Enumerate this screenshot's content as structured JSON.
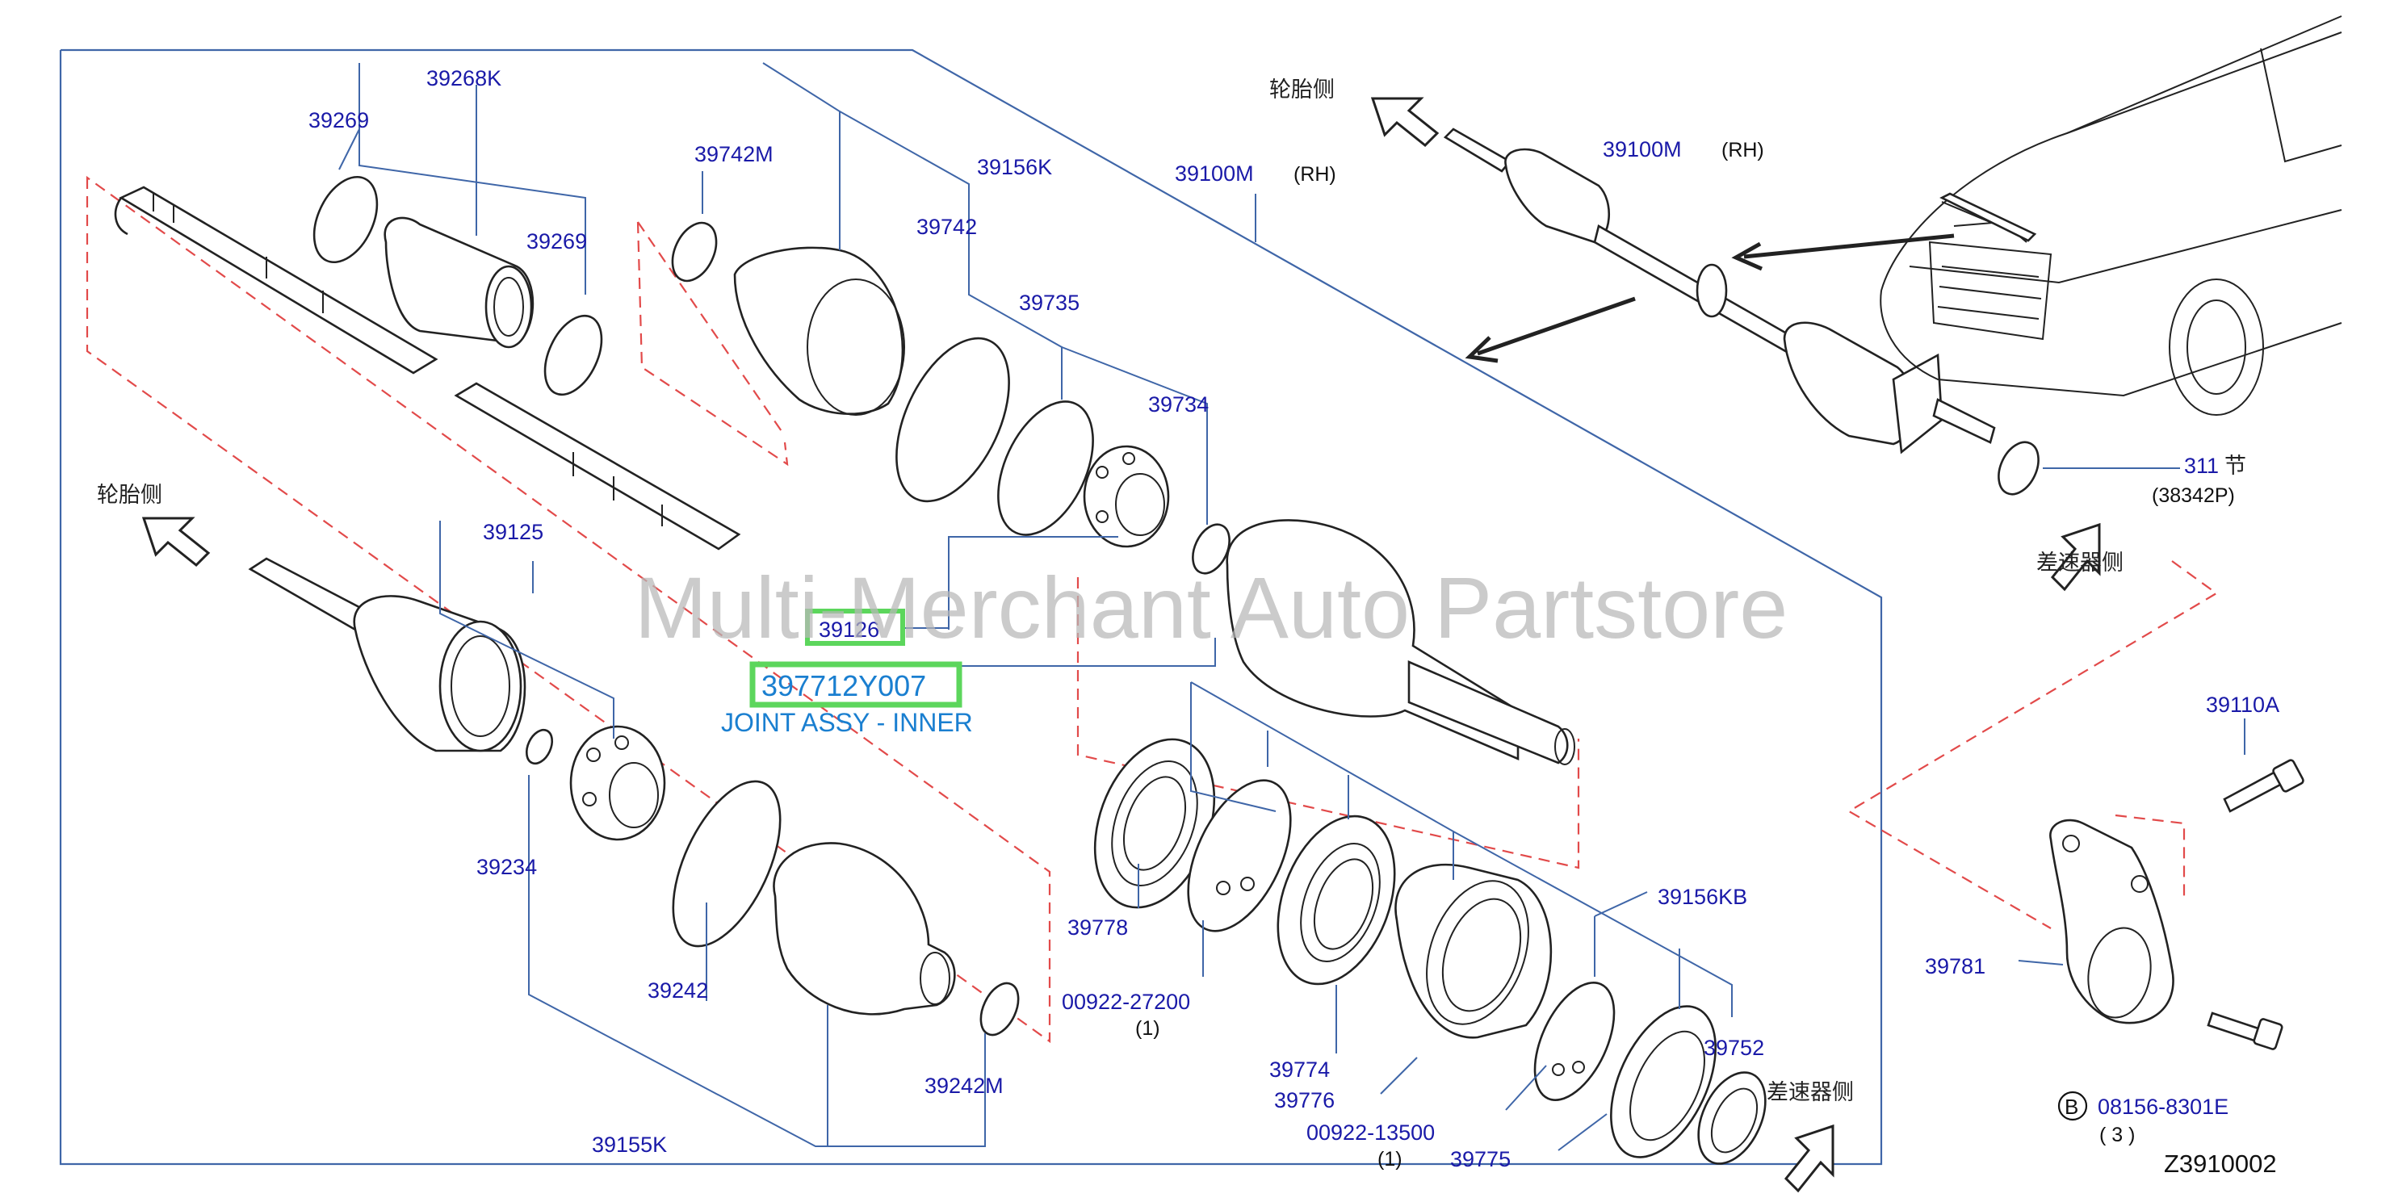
{
  "labels": {
    "p39268K": "39268K",
    "p39269a": "39269",
    "p39269b": "39269",
    "p39742M": "39742M",
    "p39156K": "39156K",
    "p39742": "39742",
    "p39735": "39735",
    "p39734": "39734",
    "p39100M_left": "39100M",
    "rh_left": "(RH)",
    "p39100M_right": "39100M",
    "rh_right": "(RH)",
    "p39125": "39125",
    "p39126": "39126",
    "p39234": "39234",
    "p39242": "39242",
    "p39242M": "39242M",
    "p39155K": "39155K",
    "p39778": "39778",
    "p00922_27200": "00922-27200",
    "qty1_a": "(1)",
    "p39774": "39774",
    "p39776": "39776",
    "p00922_13500": "00922-13500",
    "qty1_b": "(1)",
    "p39775": "39775",
    "p39752": "39752",
    "p39156KB": "39156KB",
    "p39110A": "39110A",
    "p39781": "39781",
    "p08156": "08156-8301E",
    "qty3": "( 3 )",
    "bolt_badge": "B",
    "p311": "311",
    "p311_suffix": "节",
    "p38342P": "(38342P)",
    "diagram_code": "Z3910002"
  },
  "chinese_labels": {
    "tire_side_top": "轮胎侧",
    "tire_side_left": "轮胎侧",
    "diff_side_right": "差速器侧",
    "diff_side_bottom": "差速器侧"
  },
  "highlight": {
    "part_number": "397712Y007",
    "part_name": "JOINT ASSY - INNER",
    "highlight_color": "#5cd65c",
    "name_color": "#1a7fd0"
  },
  "watermark": "Multi-Merchant Auto Partstore",
  "colors": {
    "label": "#1a1aa8",
    "leader": "#3f66a8",
    "dashed": "#e24a4a"
  }
}
